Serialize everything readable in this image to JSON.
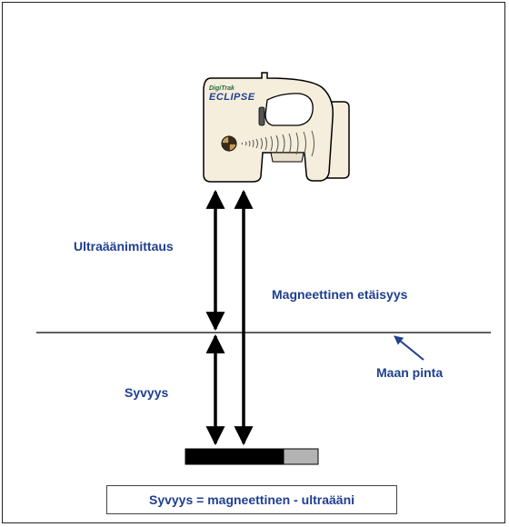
{
  "device": {
    "brand": "DigiTrak",
    "model": "ECLIPSE"
  },
  "labels": {
    "ultrasonic": "Ultraäänimittaus",
    "magnetic": "Magneettinen etäisyys",
    "ground": "Maan pinta",
    "depth": "Syvyys"
  },
  "formula": "Syvyys = magneettinen - ultraääni",
  "colors": {
    "label_text": "#1f3f8f",
    "device_body": "#f5eedc",
    "ground_line": "#000000",
    "transmitter_dark": "#000000",
    "transmitter_light": "#b3b3b3"
  }
}
